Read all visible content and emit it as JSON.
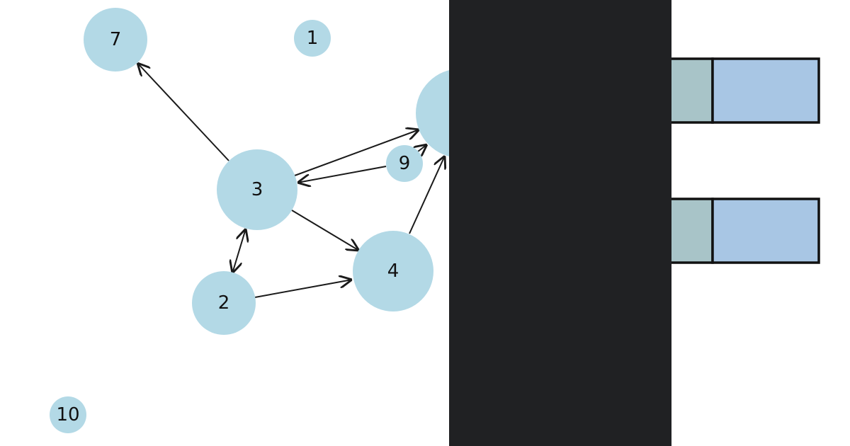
{
  "diagram": {
    "nodes": [
      {
        "id": "7",
        "label": "7"
      },
      {
        "id": "1",
        "label": "1"
      },
      {
        "id": "3",
        "label": "3"
      },
      {
        "id": "9",
        "label": "9"
      },
      {
        "id": "4",
        "label": "4"
      },
      {
        "id": "2",
        "label": "2"
      },
      {
        "id": "10",
        "label": "10"
      },
      {
        "id": "hidden",
        "label": ""
      }
    ],
    "edges": [
      {
        "from": "3",
        "to": "7"
      },
      {
        "from": "3",
        "to": "hidden"
      },
      {
        "from": "9",
        "to": "3"
      },
      {
        "from": "9",
        "to": "hidden"
      },
      {
        "from": "3",
        "to": "4"
      },
      {
        "from": "2",
        "to": "3",
        "bidirectional": true
      },
      {
        "from": "2",
        "to": "4"
      },
      {
        "from": "4",
        "to": "hidden"
      }
    ],
    "colors": {
      "node_fill": "#b3d9e6",
      "edge": "#1a1a1a",
      "label": "#111111",
      "dark_panel": "#202123",
      "box_left_fill": "#a8c4c8",
      "box_right_fill": "#a8c6e4"
    },
    "overlay": "dark-panel"
  }
}
